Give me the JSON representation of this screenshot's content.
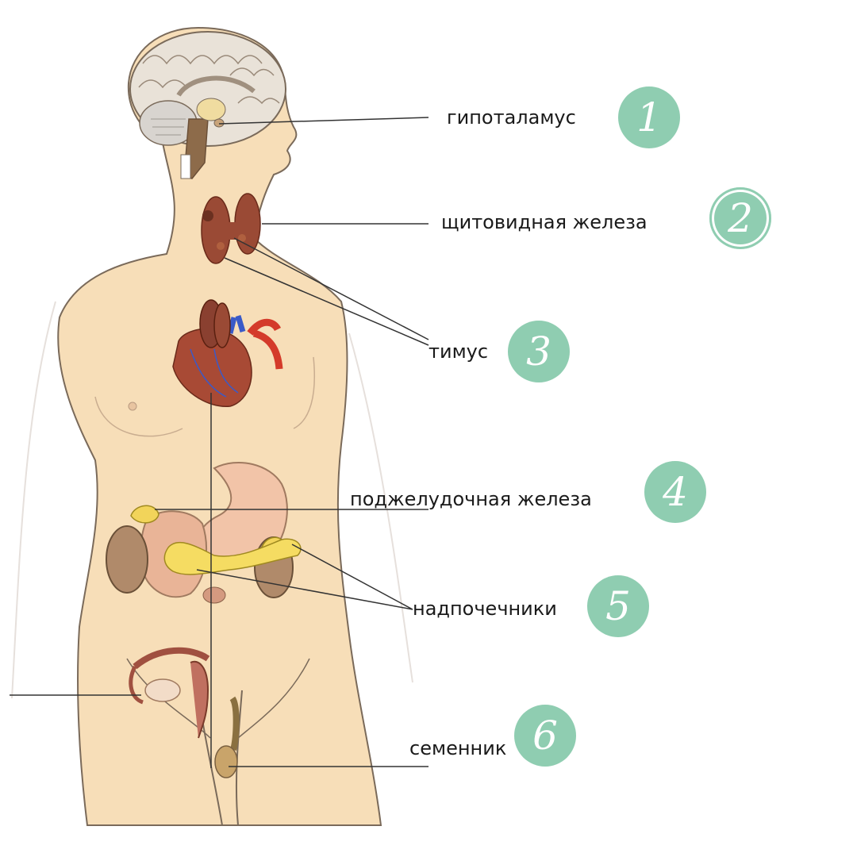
{
  "colors": {
    "badge": "#8fcdb1",
    "skin": "#f7deb8",
    "outline": "#7a6a5a",
    "leader": "#333333"
  },
  "labels": [
    {
      "text": "гипоталамус",
      "number": "1"
    },
    {
      "text": "щитовидная железа",
      "number": "2"
    },
    {
      "text": "тимус",
      "number": "3"
    },
    {
      "text": "поджелудочная железа",
      "number": "4"
    },
    {
      "text": "надпочечники",
      "number": "5"
    },
    {
      "text": "семенник",
      "number": "6"
    }
  ]
}
